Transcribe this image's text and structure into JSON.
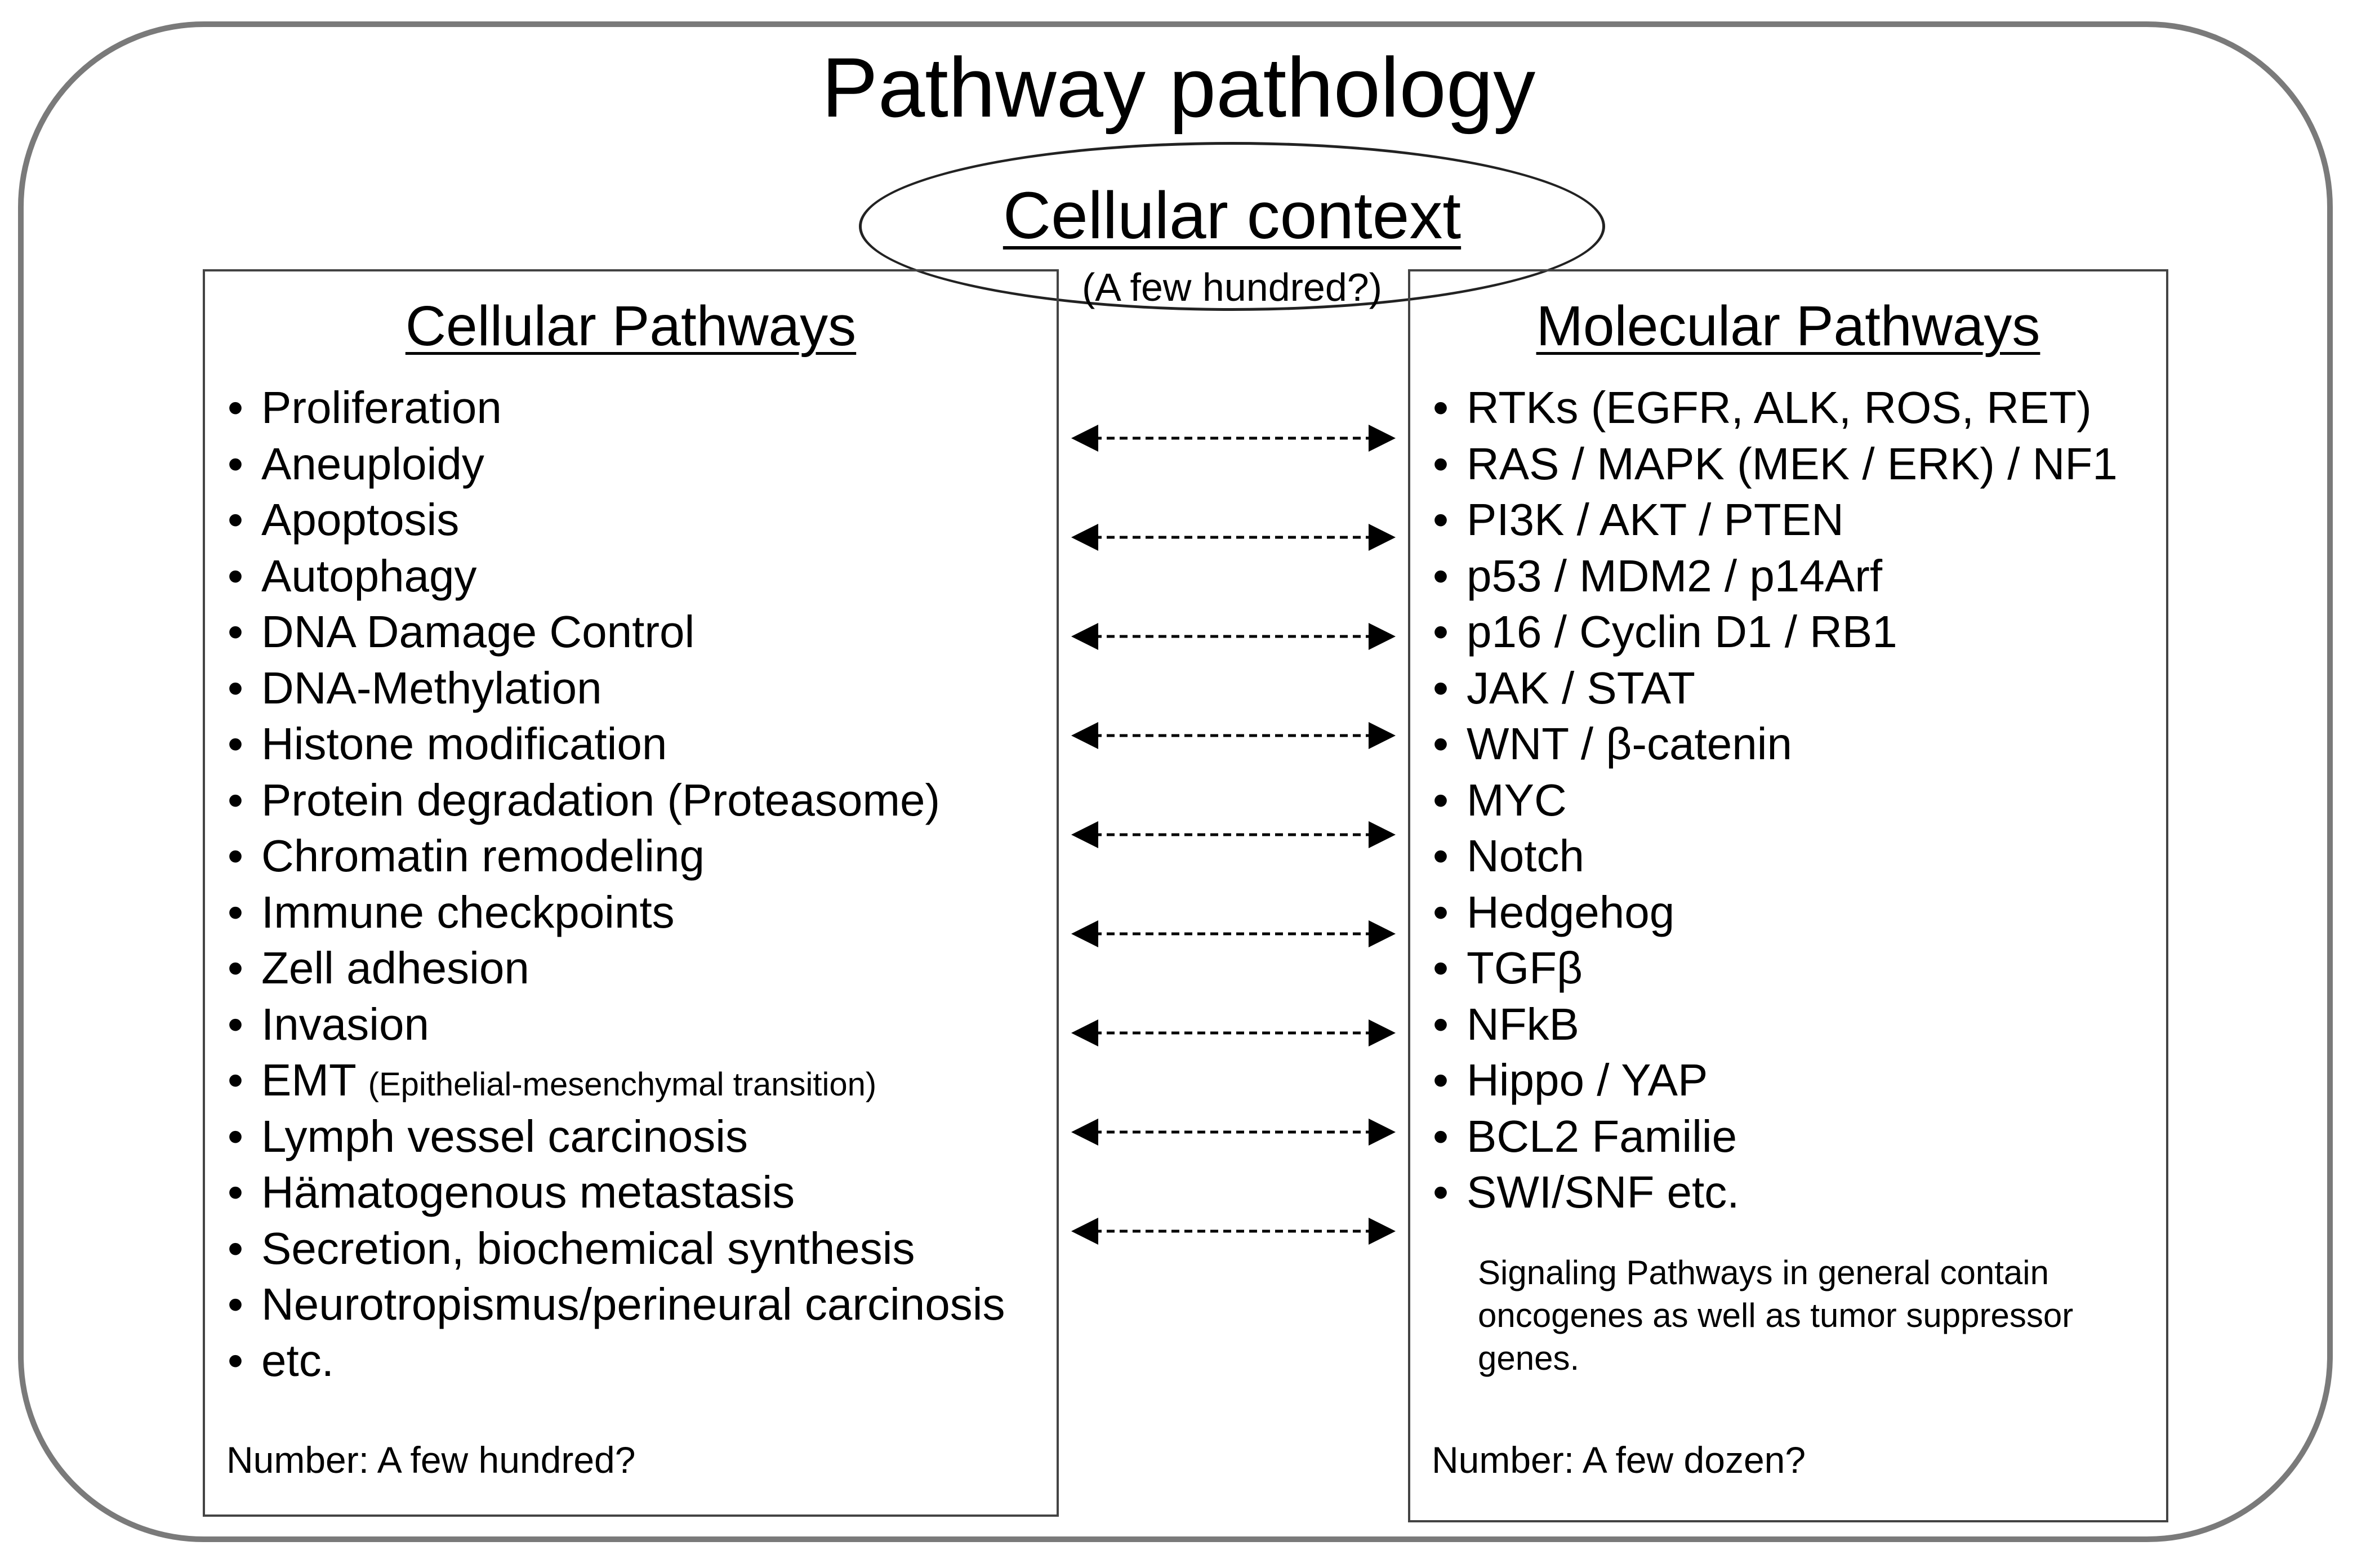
{
  "title": "Pathway pathology",
  "context": {
    "title": "Cellular context",
    "subtitle": "(A few hundred?)"
  },
  "cellular": {
    "title": "Cellular Pathways",
    "items": [
      "Proliferation",
      "Aneuploidy",
      "Apoptosis",
      "Autophagy",
      "DNA Damage Control",
      "DNA-Methylation",
      "Histone modification",
      "Protein degradation (Proteasome)",
      "Chromatin remodeling",
      "Immune checkpoints",
      "Zell adhesion",
      "Invasion",
      "EMT",
      "Lymph vessel carcinosis",
      "Hämatogenous metastasis",
      "Secretion, biochemical synthesis",
      "Neurotropismus/perineural carcinosis",
      "etc."
    ],
    "emt_note": "(Epithelial-mesenchymal transition)",
    "number": "Number:  A few hundred?"
  },
  "molecular": {
    "title": "Molecular Pathways",
    "items": [
      "RTKs (EGFR, ALK, ROS, RET)",
      "RAS / MAPK (MEK / ERK) / NF1",
      "PI3K / AKT / PTEN",
      "p53 / MDM2 / p14Arf",
      "p16 / Cyclin D1 / RB1",
      "JAK / STAT",
      "WNT / β-catenin",
      "MYC",
      "Notch",
      "Hedgehog",
      "TGFβ",
      "NFkB",
      "Hippo / YAP",
      "BCL2 Familie",
      "SWI/SNF etc."
    ],
    "note": "Signaling Pathways in general contain oncogenes as well as tumor suppressor genes.",
    "number": "Number:  A few dozen?"
  },
  "bullet": "•",
  "arrow_count": 9
}
